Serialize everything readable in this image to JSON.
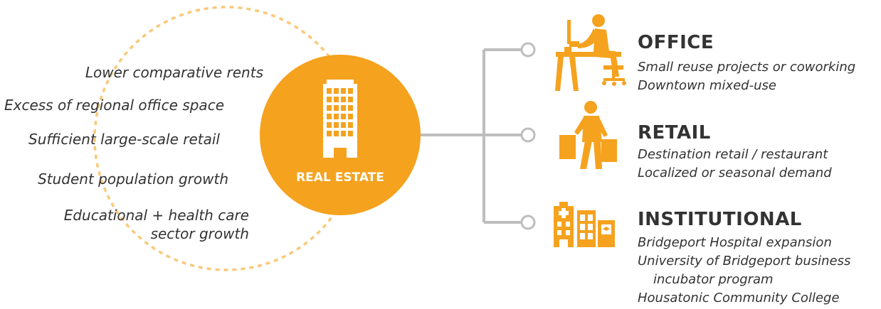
{
  "hub": {
    "label": "REAL ESTATE"
  },
  "factors": [
    {
      "lines": [
        "Lower comparative rents"
      ]
    },
    {
      "lines": [
        "Excess of regional office space"
      ]
    },
    {
      "lines": [
        "Sufficient large-scale retail"
      ]
    },
    {
      "lines": [
        "Student population growth"
      ]
    },
    {
      "lines": [
        "Educational + health care",
        "sector growth"
      ]
    }
  ],
  "categories": [
    {
      "title": "OFFICE",
      "icon": "office-worker-icon",
      "lines": [
        "Small reuse projects or coworking",
        "Downtown mixed-use"
      ]
    },
    {
      "title": "RETAIL",
      "icon": "shopper-icon",
      "lines": [
        "Destination retail / restaurant",
        "Localized or seasonal demand"
      ]
    },
    {
      "title": "INSTITUTIONAL",
      "icon": "hospital-university-icon",
      "lines": [
        "Bridgeport Hospital expansion",
        "University of Bridgeport business",
        "incubator program",
        "Housatonic Community College"
      ]
    }
  ],
  "colors": {
    "accent": "#F5A21F",
    "dotted_ring": "#F9C97A",
    "connector": "#BDBDBD",
    "text": "#333333"
  }
}
